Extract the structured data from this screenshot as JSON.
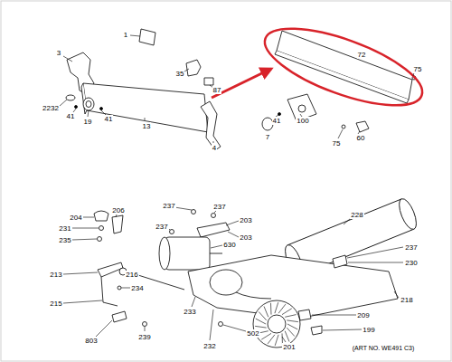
{
  "diagram": {
    "labels": [
      "1",
      "3",
      "35",
      "87",
      "72",
      "75",
      "2232",
      "41",
      "19",
      "41",
      "13",
      "4",
      "7",
      "41",
      "100",
      "75",
      "60",
      "204",
      "206",
      "231",
      "235",
      "237",
      "237",
      "203",
      "237",
      "203",
      "228",
      "630",
      "237",
      "230",
      "213",
      "216",
      "234",
      "215",
      "233",
      "218",
      "232",
      "502",
      "209",
      "201",
      "803",
      "239",
      "199",
      "(ART NO. WE491 C3)"
    ]
  }
}
